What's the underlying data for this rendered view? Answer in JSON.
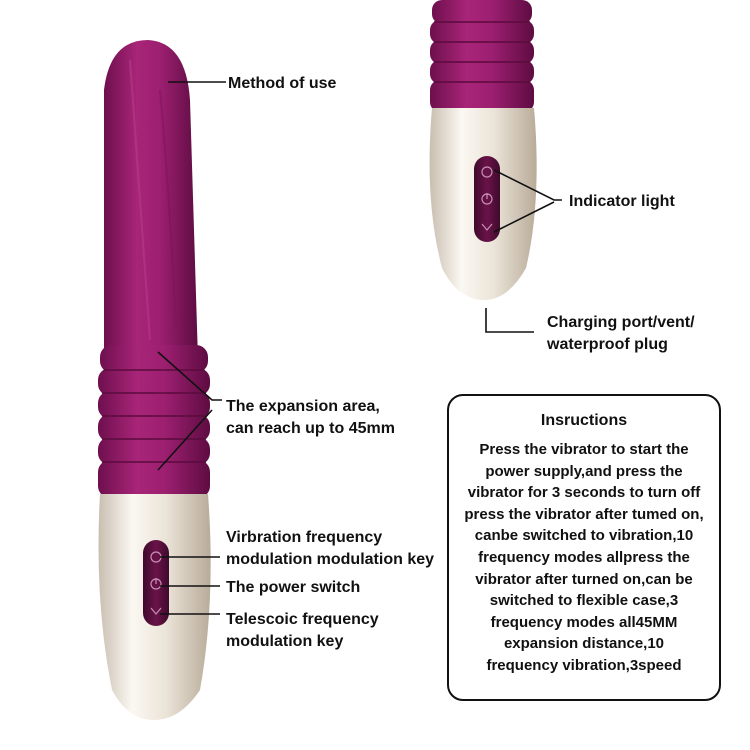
{
  "labels": {
    "method_of_use": "Method of use",
    "indicator_light": "Indicator light",
    "charging_port": [
      "Charging port/vent/",
      "waterproof plug"
    ],
    "expansion_area": [
      "The expansion area,",
      "can reach up to 45mm"
    ],
    "vibration_key": [
      "Virbration frequency",
      "modulation modulation key"
    ],
    "power_switch": "The power switch",
    "telescopic_key": [
      "Telescoic frequency",
      "modulation key"
    ]
  },
  "instructions": {
    "title": "Insructions",
    "lines": [
      "Press the vibrator to start the",
      "power supply,and press the",
      "vibrator for 3 seconds to turn off",
      "press the vibrator after tumed on,",
      "canbe switched to vibration,10",
      "frequency modes allpress the",
      "vibrator after turned on,can be",
      "switched to flexible case,3",
      "frequency modes all45MM",
      "expansion distance,10",
      "frequency vibration,3speed"
    ]
  },
  "colors": {
    "silicone": "#9c1f70",
    "silicone_dark": "#6e0f4e",
    "pearl": "#f1ece4",
    "panel": "#5a0e3f",
    "ink": "#111111"
  }
}
